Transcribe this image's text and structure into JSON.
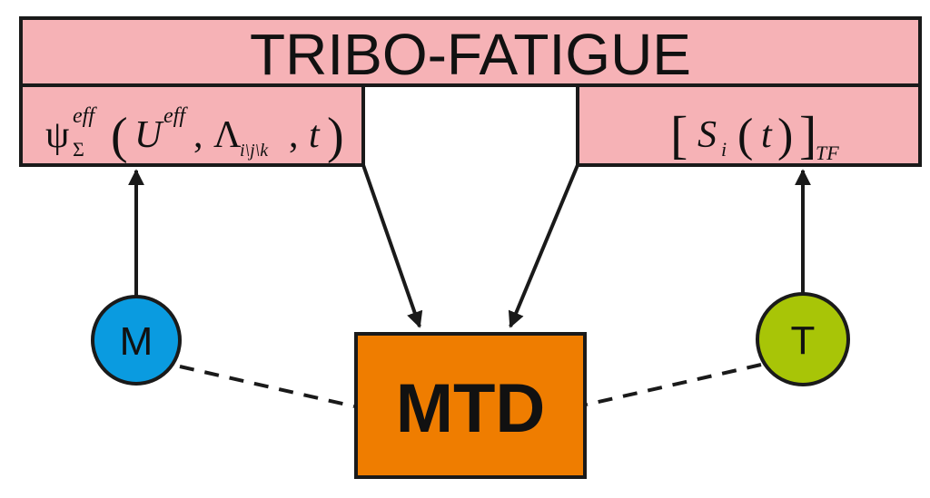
{
  "header": {
    "title": "TRIBO-FATIGUE",
    "left_formula": {
      "psi": "ψ",
      "psi_sup": "eff",
      "psi_sub": "Σ",
      "paren_open": "(",
      "u": "U",
      "u_sup": "eff",
      "comma1": ",",
      "lambda": "Λ",
      "lambda_sub": "i\\j\\k",
      "comma2": ",",
      "t": "t",
      "paren_close": ")"
    },
    "right_formula": {
      "bracket_open": "[",
      "s": "S",
      "s_sub": "i",
      "paren_open": "(",
      "t": "t",
      "paren_close": ")",
      "bracket_close": "]",
      "bracket_sub": "TF"
    }
  },
  "nodes": {
    "left_circle_label": "M",
    "right_circle_label": "T",
    "center_box_label": "MTD"
  },
  "colors": {
    "header_fill": "#f6b2b6",
    "stroke": "#1a1a1a",
    "m_circle": "#0a9be0",
    "t_circle": "#a8c507",
    "mtd_box": "#ef7d00"
  }
}
